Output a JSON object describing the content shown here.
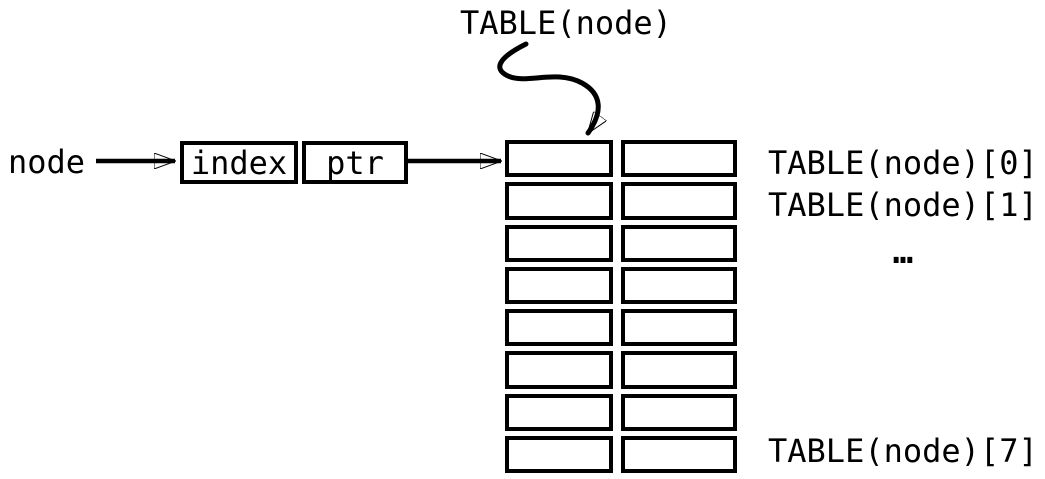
{
  "diagram": {
    "colors": {
      "ink": "#000000",
      "background": "#ffffff"
    },
    "node_label": "node",
    "record": {
      "fields": [
        "index",
        "ptr"
      ]
    },
    "table_label": "TABLE(node)",
    "table": {
      "rows": 8,
      "cols": 2,
      "cells_empty": true
    },
    "row_labels": {
      "first": "TABLE(node)[0]",
      "second": "TABLE(node)[1]",
      "ellipsis": "…",
      "last": "TABLE(node)[7]"
    }
  }
}
